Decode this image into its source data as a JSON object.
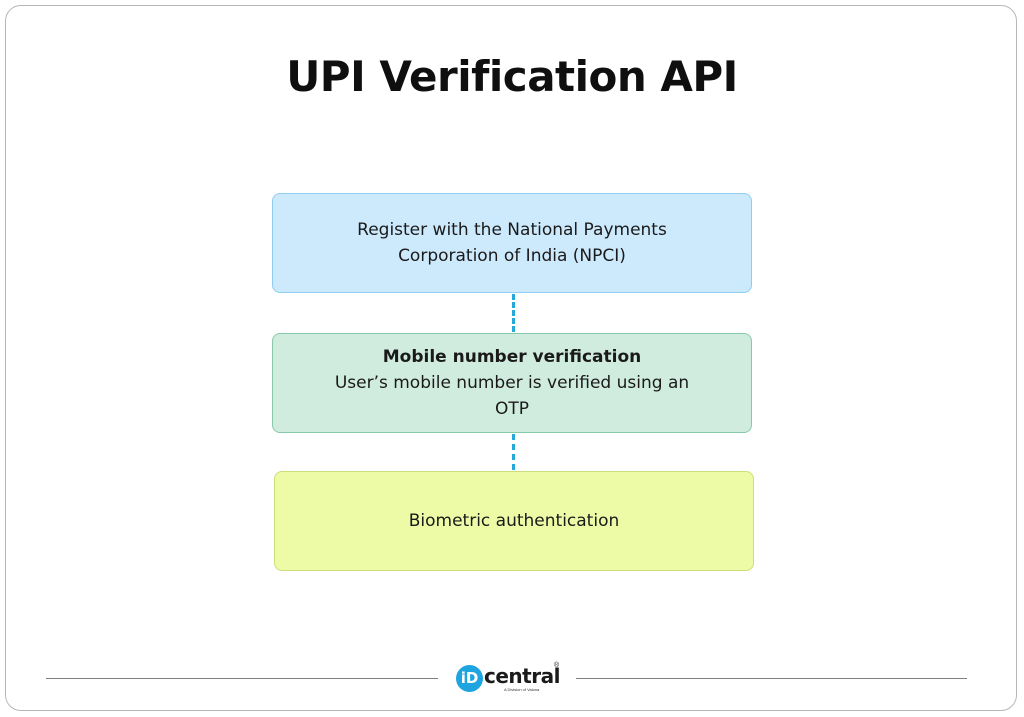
{
  "title": "UPI Verification API",
  "steps": [
    {
      "text": "Register with the National Payments Corporation of India (NPCI)"
    },
    {
      "heading": "Mobile number verification",
      "text": "User’s mobile number is verified using an OTP"
    },
    {
      "text": "Biometric authentication"
    }
  ],
  "colors": {
    "step1_fill": "#cdeafd",
    "step2_fill": "#d0ecdf",
    "step3_fill": "#eefba6",
    "connector": "#25a9d9",
    "brand_blue": "#1ea5e0"
  },
  "logo": {
    "mark": "iD",
    "word": "central",
    "registered": "®",
    "tagline": "A Division of Valona"
  }
}
